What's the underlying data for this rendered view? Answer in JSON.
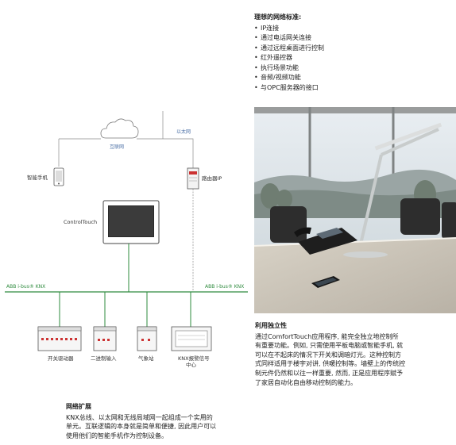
{
  "features": {
    "title": "理想的网络标准:",
    "items": [
      "IP连接",
      "通过电话网关连接",
      "通过远程桌面进行控制",
      "红外遥控器",
      "执行场景功能",
      "音频/视频功能",
      "与OPC服务器的接口"
    ]
  },
  "diagram": {
    "cloud_label": "互联网",
    "ethernet_label": "以太网",
    "phone_label": "智能手机",
    "router_label": "路由器IP",
    "panel_label": "ControlTouch",
    "bus_left_label": "ABB i-bus® KNX",
    "bus_right_label": "ABB i-bus® KNX",
    "dev1_label": "开关驱动器",
    "dev2_label": "二进制输入",
    "dev3_label": "气象站",
    "dev4_label_line1": "KNX报警信号",
    "dev4_label_line2": "中心",
    "colors": {
      "bus": "#2e8b3e",
      "ethernet": "#4a6fa5"
    }
  },
  "independent": {
    "title": "利用独立性",
    "lines": [
      "通过ComfortTouch应用程序, 能完全独立地控制所",
      "有重要功能。例如, 只需使用平板电脑或智能手机, 就",
      "可以在不起床的情况下开关和调暗灯光。这种控制方",
      "式同样适用于楼宇对讲, 供暖控制等。墙壁上的传统控",
      "制元件仍然和以往一样重要, 然而, 正是应用程序赋予",
      "了家居自动化自由移动控制的能力。"
    ]
  },
  "expansion": {
    "title": "网络扩展",
    "lines": [
      "KNX总线、以太网和无线局域网一起组成一个实用的",
      "单元。互联逻辑的本身就是简单和便捷, 因此用户可以",
      "使用他们的智能手机作为控制设备。"
    ]
  }
}
